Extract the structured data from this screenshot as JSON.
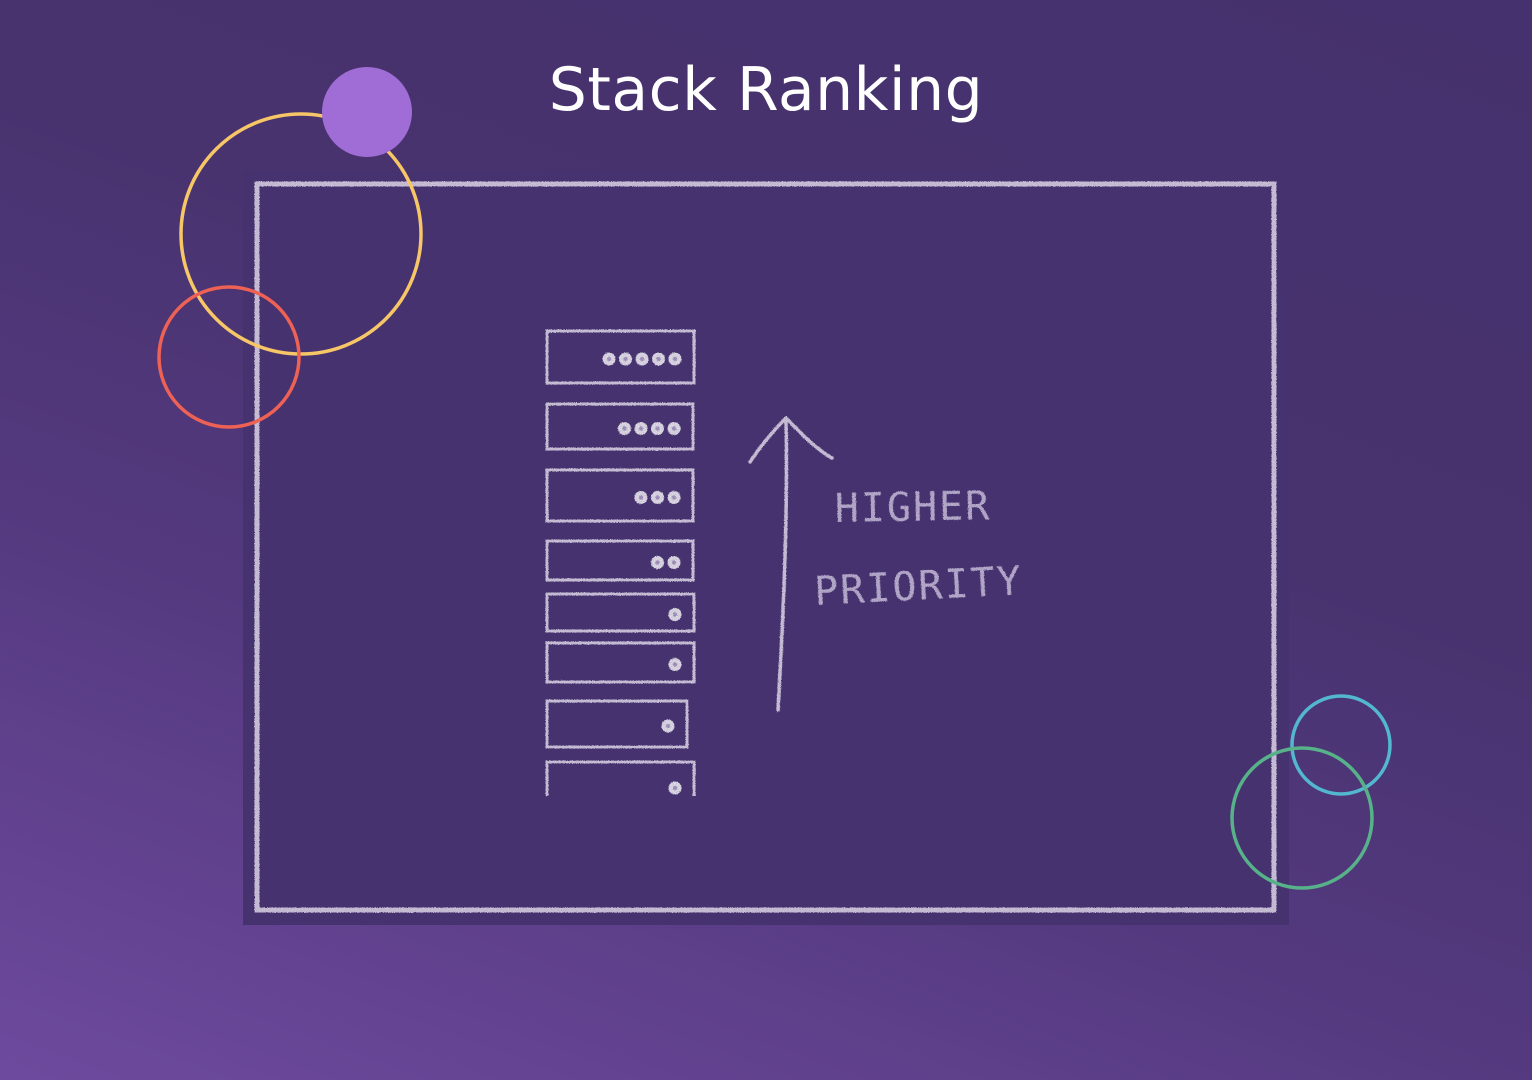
{
  "title": "Stack Ranking",
  "annotation": {
    "line1": "HIGHER",
    "line2": "PRIORITY"
  },
  "stack_items": [
    {
      "rank": 1,
      "dots": 5
    },
    {
      "rank": 2,
      "dots": 4
    },
    {
      "rank": 3,
      "dots": 3
    },
    {
      "rank": 4,
      "dots": 2
    },
    {
      "rank": 5,
      "dots": 1
    },
    {
      "rank": 6,
      "dots": 1
    },
    {
      "rank": 7,
      "dots": 1
    },
    {
      "rank": 8,
      "dots": 1
    }
  ],
  "colors": {
    "chalk": "#e8e2f0",
    "circle_purple": "#a06cd5",
    "circle_yellow": "#f6c667",
    "circle_red": "#ee6155",
    "circle_teal": "#52b7cf",
    "circle_green": "#57b28a"
  }
}
